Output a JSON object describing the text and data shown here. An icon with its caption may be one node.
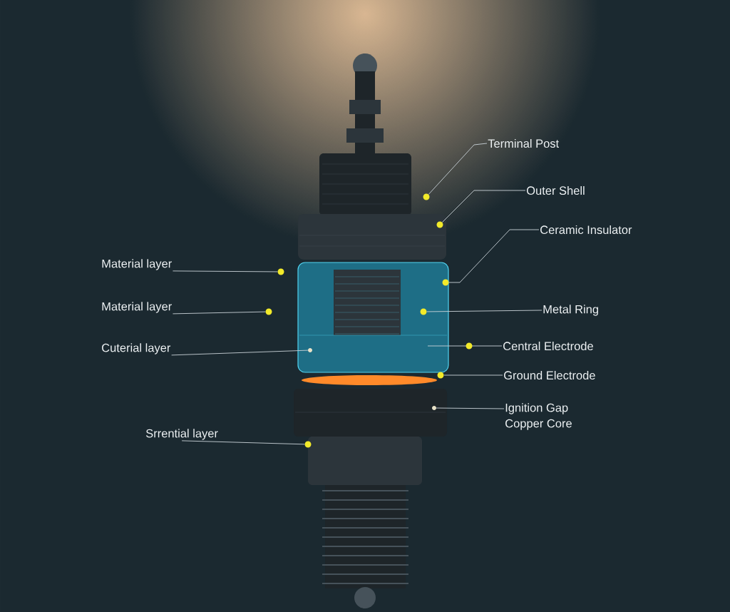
{
  "diagram": {
    "nodes": [
      {
        "text": [
          "Terminal Post"
        ]
      },
      {
        "text": [
          "Outer Shell"
        ]
      },
      {
        "text": [
          "Ceramic Insulator"
        ]
      },
      {
        "text": [
          "Metal Ring"
        ]
      },
      {
        "text": [
          "Central Electrode"
        ]
      },
      {
        "text": [
          "Ground Electrode"
        ]
      },
      {
        "text": [
          "Ignition Gap",
          "Copper Core"
        ]
      },
      {
        "text": [
          "Material layer"
        ]
      },
      {
        "text": [
          "Material layer"
        ]
      },
      {
        "text": [
          "Cuterial layer"
        ]
      },
      {
        "text": [
          "Srrential layer"
        ]
      },
      {
        "text": [],
        "shape": "circle"
      },
      {
        "text": [],
        "shape": "circle"
      },
      {
        "text": [],
        "shape": "circle"
      },
      {
        "text": [],
        "shape": "circle"
      },
      {
        "text": [],
        "shape": "circle"
      },
      {
        "text": [],
        "shape": "circle"
      },
      {
        "text": [],
        "shape": "circle"
      },
      {
        "text": [],
        "shape": "circle"
      },
      {
        "text": [],
        "shape": "circle"
      },
      {
        "text": [],
        "shape": "circle"
      }
    ],
    "edges": [
      {
        "from": 0,
        "to": 11,
        "arrow": "none"
      },
      {
        "from": 1,
        "to": 12,
        "arrow": "none"
      },
      {
        "from": 2,
        "to": 13,
        "arrow": "none"
      },
      {
        "from": 3,
        "to": 14,
        "arrow": "none"
      },
      {
        "from": 4,
        "to": null,
        "arrow": "none"
      },
      {
        "from": 5,
        "to": 15,
        "arrow": "none"
      },
      {
        "from": 6,
        "to": 16,
        "arrow": "none"
      },
      {
        "from": 7,
        "to": 17,
        "arrow": "none"
      },
      {
        "from": 8,
        "to": 18,
        "arrow": "none"
      },
      {
        "from": 9,
        "to": 19,
        "arrow": "none"
      },
      {
        "from": 10,
        "to": 20,
        "arrow": "none"
      }
    ]
  }
}
